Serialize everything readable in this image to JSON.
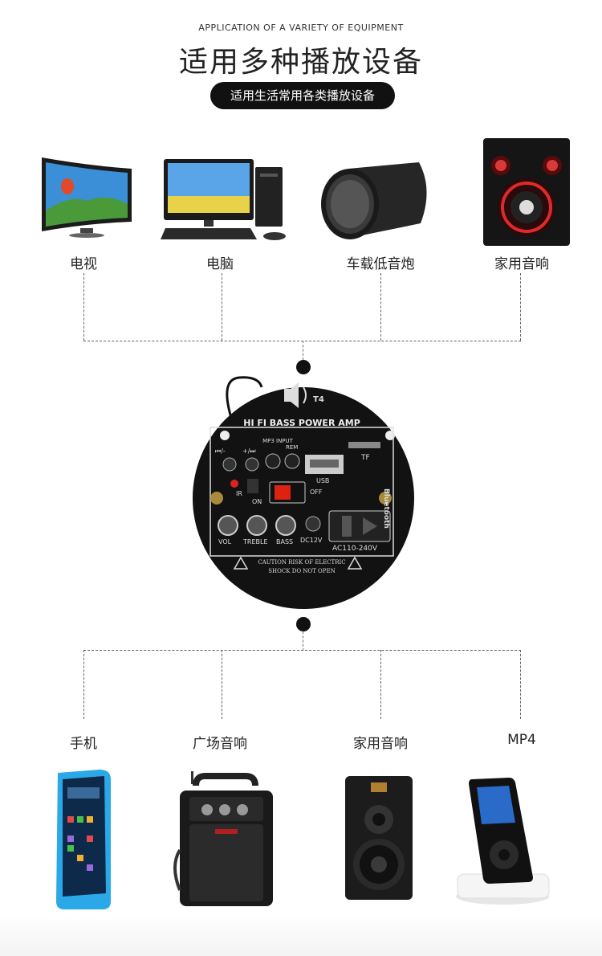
{
  "header": {
    "subtitle_en": "APPLICATION OF A VARIETY OF EQUIPMENT",
    "title_cn": "适用多种播放设备",
    "pill_text": "适用生活常用各类播放设备"
  },
  "top_devices": [
    {
      "label": "电视",
      "icon": "tv-icon"
    },
    {
      "label": "电脑",
      "icon": "computer-icon"
    },
    {
      "label": "车载低音炮",
      "icon": "car-subwoofer-icon"
    },
    {
      "label": "家用音响",
      "icon": "home-speaker-icon"
    }
  ],
  "bottom_devices": [
    {
      "label": "手机",
      "icon": "phone-icon"
    },
    {
      "label": "广场音响",
      "icon": "portable-speaker-icon"
    },
    {
      "label": "家用音响",
      "icon": "studio-speaker-icon"
    },
    {
      "label": "MP4",
      "icon": "mp4-player-icon"
    }
  ],
  "amp_board": {
    "model": "T4",
    "name": "HI FI BASS POWER AMP",
    "tf": "TF",
    "usb": "USB",
    "off": "OFF",
    "on": "ON",
    "ir": "IR",
    "mp3_input": "MP3 INPUT",
    "rem": "REM",
    "prev": "⏮/-",
    "next": "+/⏭",
    "bluetooth": "Bluetooth",
    "vol": "VOL",
    "treble": "TREBLE",
    "bass": "BASS",
    "dc": "DC12V",
    "ac": "AC110-240V",
    "caution_1": "CAUTION RISK OF ELECTRIC",
    "caution_2": "SHOCK DO NOT OPEN"
  }
}
